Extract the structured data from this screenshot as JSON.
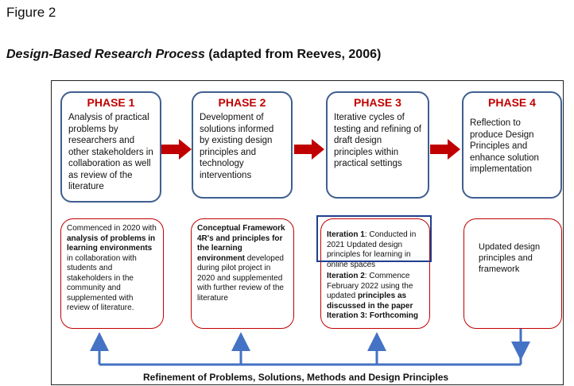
{
  "figure_label": "Figure 2",
  "title": {
    "italic": "Design-Based Research Process",
    "rest": " (adapted from Reeves, 2006)"
  },
  "phases": [
    {
      "label": "PHASE 1",
      "text": "Analysis of practical problems by researchers and other stakeholders in collaboration as well as review of the literature"
    },
    {
      "label": "PHASE 2",
      "text": "Development of solutions informed by existing design principles and technology interventions"
    },
    {
      "label": "PHASE 3",
      "text": "Iterative cycles of testing and refining of draft design principles within practical settings"
    },
    {
      "label": "PHASE 4",
      "text": "Reflection to produce Design Principles and enhance solution implementation"
    }
  ],
  "details": {
    "d1": {
      "a": "Commenced in 2020 with ",
      "b": "analysis of problems in learning environments",
      "c": " in collaboration with students and stakeholders in the community and supplemented with review of literature."
    },
    "d2": {
      "a": "Conceptual Framework 4R's and principles for the learning environment",
      "b": " developed during pilot project in 2020 and supplemented with further review of the literature"
    },
    "d3": {
      "i1_label": "Iteration 1",
      "i1_text": ": Conducted in 2021 Updated design principles for learning in online spaces",
      "i2_label": "Iteration 2",
      "i2_text": ": Commence February 2022 using the updated ",
      "i2_bold": "principles as discussed in the paper",
      "i3": "Iteration 3: Forthcoming"
    },
    "d4": "Updated design principles and framework"
  },
  "refinement_label": "Refinement of Problems, Solutions, Methods and Design Principles",
  "colors": {
    "phase_border": "#3f5f8f",
    "phase_label": "#c00000",
    "detail_border": "#c00000",
    "arrow_red": "#c00000",
    "connector_blue": "#4472c4",
    "iteration_box": "#1f3f8f"
  }
}
